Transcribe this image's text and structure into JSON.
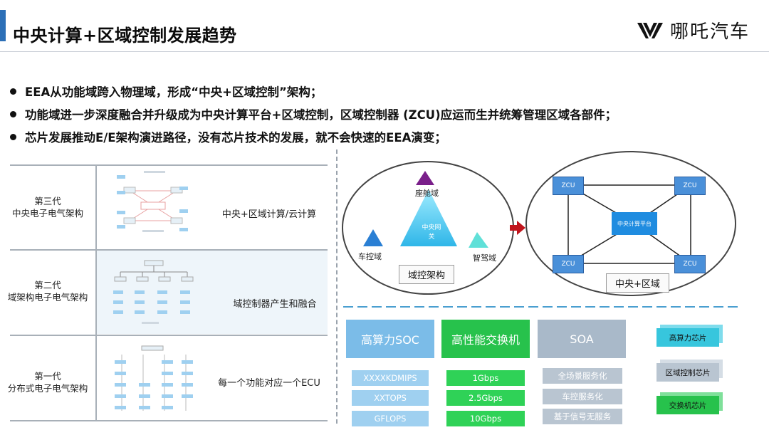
{
  "header": {
    "title": "中央计算+区域控制发展趋势",
    "logo_text": "哪吒汽车"
  },
  "bullets": [
    "EEA从功能域跨入物理域，形成“中央+区域控制”架构；",
    "功能域进一步深度融合并升级成为中央计算平台+区域控制，区域控制器 (ZCU)应运而生并统筹管理区域各部件；",
    "芯片发展推动E/E架构演进路径，没有芯片技术的发展，就不会快速的EEA演变；"
  ],
  "generations": [
    {
      "name_line1": "第三代",
      "name_line2": "中央电子电气架构",
      "desc": "中央+区域计算/云计算"
    },
    {
      "name_line1": "第二代",
      "name_line2": "域架构电子电气架构",
      "desc": "域控制器产生和融合"
    },
    {
      "name_line1": "第一代",
      "name_line2": "分布式电子电气架构",
      "desc": "每一个功能对应一个ECU"
    }
  ],
  "domain_diagram": {
    "top_label": "座舱域",
    "left_label": "车控域",
    "right_label": "智驾域",
    "center_label": "中央网关",
    "caption": "域控架构"
  },
  "zonal_diagram": {
    "nodes": [
      "ZCU",
      "ZCU",
      "ZCU",
      "ZCU"
    ],
    "center_label": "中央计算平台",
    "caption": "中央+区域"
  },
  "tech": {
    "columns": [
      {
        "title": "高算力SOC",
        "items": [
          "XXXXKDMIPS",
          "XXTOPS",
          "GFLOPS"
        ],
        "color": "#7bbce8",
        "item_color": "#9fd0f0"
      },
      {
        "title": "高性能交换机",
        "items": [
          "1Gbps",
          "2.5Gbps",
          "10Gbps"
        ],
        "color": "#27c24c",
        "item_color": "#2fd257"
      },
      {
        "title": "SOA",
        "items": [
          "全场景服务化",
          "车控服务化",
          "基于信号无服务"
        ],
        "color": "#a9b9c9",
        "item_color": "#b9c5d1"
      }
    ],
    "chips": [
      {
        "label": "高算力芯片",
        "color": "#37c6dd"
      },
      {
        "label": "区域控制芯片",
        "color": "#b9c5d1"
      },
      {
        "label": "交换机芯片",
        "color": "#27c24c"
      }
    ]
  }
}
